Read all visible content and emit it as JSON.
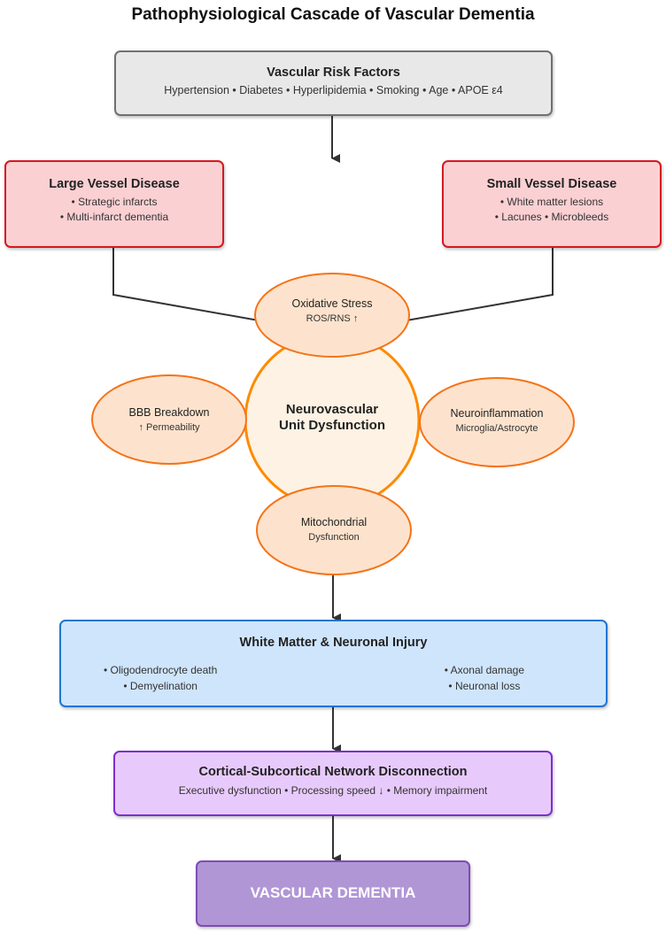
{
  "title": "Pathophysiological Cascade of Vascular Dementia",
  "risk_factors": {
    "heading": "Vascular Risk Factors",
    "items": "Hypertension • Diabetes • Hyperlipidemia • Smoking • Age • APOE ε4"
  },
  "large_vessel": {
    "heading": "Large Vessel Disease",
    "items": [
      "• Strategic infarcts",
      "• Multi-infarct dementia"
    ]
  },
  "small_vessel": {
    "heading": "Small Vessel Disease",
    "items": [
      "• White matter lesions",
      "• Lacunes • Microbleeds"
    ]
  },
  "neurovascular_unit": {
    "label_line1": "Neurovascular",
    "label_line2": "Unit Dysfunction",
    "satellites": {
      "oxidative_stress": {
        "heading": "Oxidative Stress",
        "sub": "ROS/RNS ↑"
      },
      "bbb_breakdown": {
        "heading": "BBB Breakdown",
        "sub": "↑ Permeability"
      },
      "neuroinflammation": {
        "heading": "Neuroinflammation",
        "sub": "Microglia/Astrocyte"
      },
      "mitochondrial": {
        "heading": "Mitochondrial",
        "sub": "Dysfunction"
      }
    }
  },
  "white_matter": {
    "heading": "White Matter & Neuronal Injury",
    "left_items": [
      "• Oligodendrocyte death",
      "• Demyelination"
    ],
    "right_items": [
      "• Axonal damage",
      "• Neuronal loss"
    ]
  },
  "cortical": {
    "heading": "Cortical-Subcortical Network Disconnection",
    "items": "Executive dysfunction • Processing speed ↓ • Memory impairment"
  },
  "outcome": {
    "label": "VASCULAR DEMENTIA"
  },
  "colors": {
    "risk_fill": "#e8e8e8",
    "risk_border": "#707070",
    "vessel_fill": "#fbd0d3",
    "vessel_border": "#d41a1f",
    "nvu_fill": "#fdf2e3",
    "nvu_border": "#ff8a00",
    "satellite_fill": "#fde3cd",
    "satellite_border": "#f57318",
    "injury_fill": "#cfe5fb",
    "injury_border": "#1f76d2",
    "network_fill": "#e7cafb",
    "network_border": "#7d2fd0",
    "outcome_fill": "#b196d6",
    "outcome_border": "#7e4cb5",
    "connector": "#333333"
  }
}
